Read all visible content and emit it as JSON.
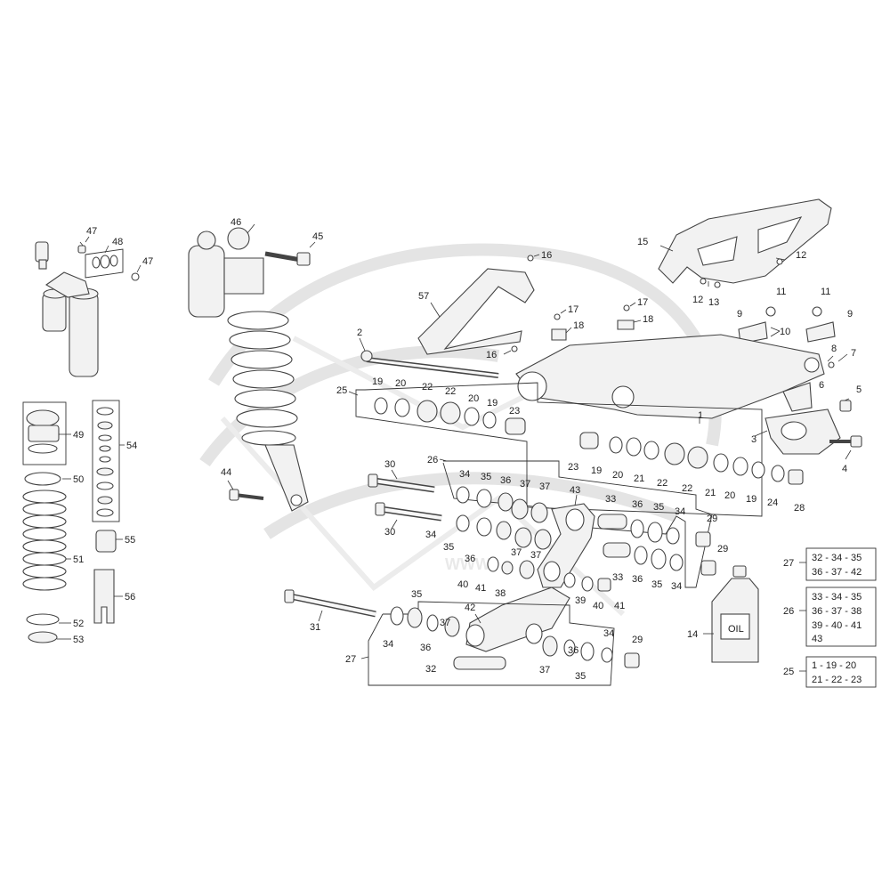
{
  "watermark_text": "WWW.",
  "oil_label": "OIL",
  "part_labels": {
    "p1": "1",
    "p2": "2",
    "p3": "3",
    "p4": "4",
    "p5": "5",
    "p6": "6",
    "p7": "7",
    "p8": "8",
    "p9a": "9",
    "p9b": "9",
    "p10": "10",
    "p11a": "11",
    "p11b": "11",
    "p12a": "12",
    "p12b": "12",
    "p13": "13",
    "p14": "14",
    "p15": "15",
    "p16a": "16",
    "p16b": "16",
    "p17a": "17",
    "p17b": "17",
    "p18a": "18",
    "p18b": "18",
    "p19a": "19",
    "p19b": "19",
    "p19c": "19",
    "p19d": "19",
    "p20a": "20",
    "p20b": "20",
    "p20c": "20",
    "p20d": "20",
    "p21a": "21",
    "p21b": "21",
    "p22a": "22",
    "p22b": "22",
    "p22c": "22",
    "p22d": "22",
    "p23a": "23",
    "p23b": "23",
    "p24": "24",
    "p25": "25",
    "p26": "26",
    "p27": "27",
    "p28": "28",
    "p29a": "29",
    "p29b": "29",
    "p29c": "29",
    "p30a": "30",
    "p30b": "30",
    "p31": "31",
    "p32": "32",
    "p33a": "33",
    "p33b": "33",
    "p34a": "34",
    "p34b": "34",
    "p34c": "34",
    "p34d": "34",
    "p34e": "34",
    "p34f": "34",
    "p35a": "35",
    "p35b": "35",
    "p35c": "35",
    "p35d": "35",
    "p35e": "35",
    "p35f": "35",
    "p36a": "36",
    "p36b": "36",
    "p36c": "36",
    "p36d": "36",
    "p36e": "36",
    "p37a": "37",
    "p37b": "37",
    "p37c": "37",
    "p37d": "37",
    "p37e": "37",
    "p37f": "37",
    "p38": "38",
    "p39": "39",
    "p40a": "40",
    "p40b": "40",
    "p41a": "41",
    "p41b": "41",
    "p42": "42",
    "p43": "43",
    "p44": "44",
    "p45": "45",
    "p46": "46",
    "p47a": "47",
    "p47b": "47",
    "p48": "48",
    "p49": "49",
    "p50": "50",
    "p51": "51",
    "p52": "52",
    "p53": "53",
    "p54": "54",
    "p55": "55",
    "p56": "56",
    "p57": "57"
  },
  "kits": [
    {
      "id": "27",
      "lines": [
        "32 - 34 - 35",
        "36 - 37 - 42"
      ]
    },
    {
      "id": "26",
      "lines": [
        "33 - 34 - 35",
        "36 - 37 - 38",
        "39 - 40 - 41",
        "43"
      ]
    },
    {
      "id": "25",
      "lines": [
        "1 - 19 - 20",
        "21 - 22 - 23"
      ]
    }
  ]
}
